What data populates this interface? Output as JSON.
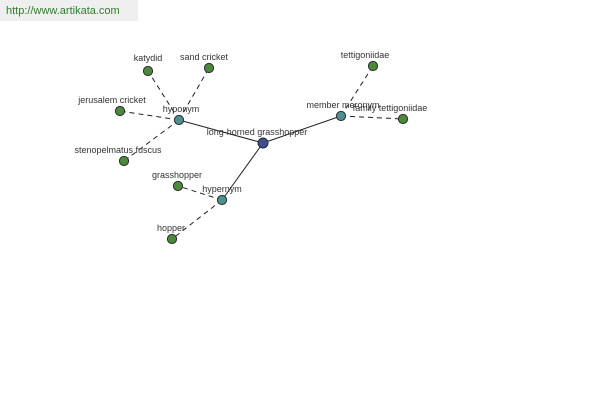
{
  "url_bar": {
    "text": "http://www.artikata.com"
  },
  "colors": {
    "leaf": "#4a8a3a",
    "relation": "#4e8f8f",
    "center": "#3c4f8f",
    "edge": "#1f1f1f"
  },
  "graph": {
    "center": {
      "id": "center",
      "label": "long-horned grasshopper",
      "kind": "center"
    },
    "nodes": [
      {
        "id": "hyponym",
        "label": "hyponym",
        "kind": "relation"
      },
      {
        "id": "member_meronym",
        "label": "member meronym",
        "kind": "relation"
      },
      {
        "id": "hypernym",
        "label": "hypernym",
        "kind": "relation"
      },
      {
        "id": "katydid",
        "label": "katydid",
        "kind": "leaf"
      },
      {
        "id": "sand_cricket",
        "label": "sand cricket",
        "kind": "leaf"
      },
      {
        "id": "jerusalem_cricket",
        "label": "jerusalem cricket",
        "kind": "leaf"
      },
      {
        "id": "stenopelmatus",
        "label": "stenopelmatus fuscus",
        "kind": "leaf"
      },
      {
        "id": "tettigoniidae",
        "label": "tettigoniidae",
        "kind": "leaf"
      },
      {
        "id": "family_tettigoniidae",
        "label": "family tettigoniidae",
        "kind": "leaf"
      },
      {
        "id": "grasshopper",
        "label": "grasshopper",
        "kind": "leaf"
      },
      {
        "id": "hopper",
        "label": "hopper",
        "kind": "leaf"
      }
    ],
    "edges": [
      {
        "from": "center",
        "to": "hyponym",
        "style": "solid"
      },
      {
        "from": "center",
        "to": "member_meronym",
        "style": "solid"
      },
      {
        "from": "center",
        "to": "hypernym",
        "style": "solid"
      },
      {
        "from": "hyponym",
        "to": "katydid",
        "style": "dashed"
      },
      {
        "from": "hyponym",
        "to": "sand_cricket",
        "style": "dashed"
      },
      {
        "from": "hyponym",
        "to": "jerusalem_cricket",
        "style": "dashed"
      },
      {
        "from": "hyponym",
        "to": "stenopelmatus",
        "style": "dashed"
      },
      {
        "from": "member_meronym",
        "to": "tettigoniidae",
        "style": "dashed"
      },
      {
        "from": "member_meronym",
        "to": "family_tettigoniidae",
        "style": "dashed"
      },
      {
        "from": "hypernym",
        "to": "grasshopper",
        "style": "dashed"
      },
      {
        "from": "hypernym",
        "to": "hopper",
        "style": "dashed"
      }
    ]
  }
}
